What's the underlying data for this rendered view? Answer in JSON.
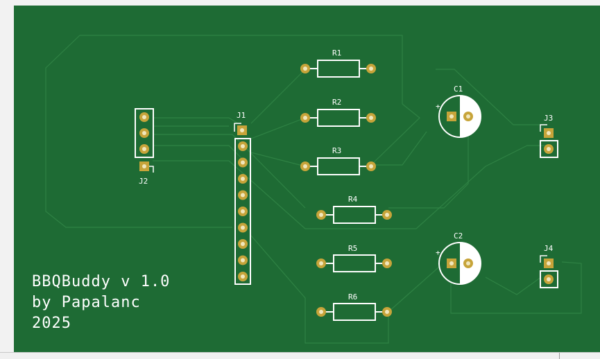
{
  "board": {
    "title_lines": [
      "BBQBuddy v 1.0",
      "by Papalanc",
      "2025"
    ]
  },
  "designators": {
    "r1": "R1",
    "r2": "R2",
    "r3": "R3",
    "r4": "R4",
    "r5": "R5",
    "r6": "R6",
    "c1": "C1",
    "c2": "C2",
    "j1": "J1",
    "j2": "J2",
    "j3": "J3",
    "j4": "J4"
  },
  "polarity": {
    "c1": "+",
    "c2": "+"
  },
  "colors": {
    "board": "#1e6b34",
    "trace": "#2f8244",
    "pad_copper": "#c7a43a",
    "pad_hole": "#f0e7bc",
    "silkscreen": "#ffffff"
  }
}
